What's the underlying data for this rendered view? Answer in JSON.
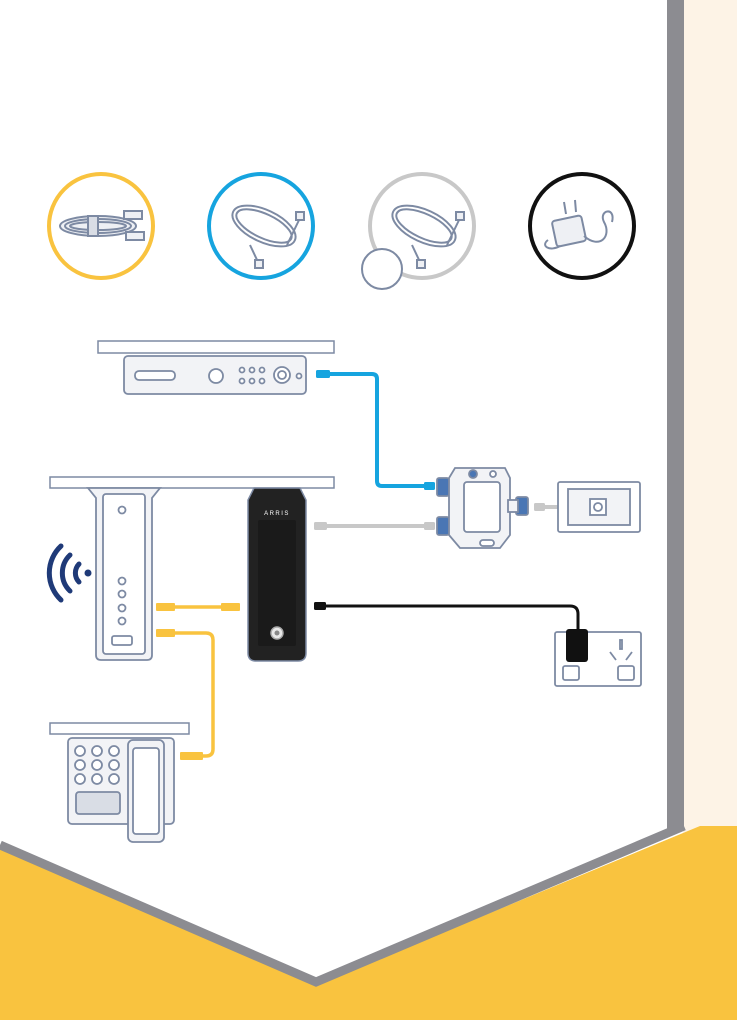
{
  "modem": {
    "brand_text": "ARRIS"
  },
  "colors": {
    "page_bg": "#ffffff",
    "side_panel": "#fdf3e6",
    "side_rail": "#8c8c91",
    "footer_yellow": "#f9c33f",
    "footer_border": "#8c8c91",
    "ethernet_yellow": "#f9c33f",
    "coax_blue": "#16a4df",
    "coax_grey": "#c8c8c8",
    "power_black": "#111111",
    "device_outline": "#7d8aa3",
    "device_fill": "#f2f3f6",
    "connector_blue": "#4a76b4",
    "wifi_navy": "#1f3a78"
  },
  "components": [
    {
      "name": "ethernet-cable",
      "ring_color": "#f9c33f"
    },
    {
      "name": "blue-coax-cable",
      "ring_color": "#16a4df"
    },
    {
      "name": "grey-coax-cable",
      "ring_color": "#c8c8c8"
    },
    {
      "name": "power-adapter",
      "ring_color": "#111111"
    }
  ],
  "icons": [
    "wifi-icon",
    "ethernet-connector-icon",
    "coax-connector-icon",
    "power-plug-icon"
  ]
}
